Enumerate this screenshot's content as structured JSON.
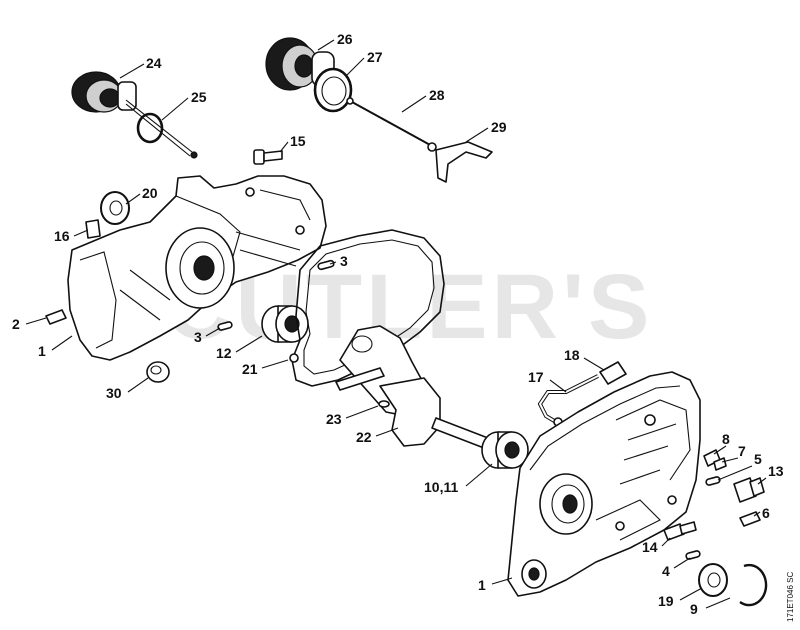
{
  "watermark": "CUTLER'S",
  "drawing_code": "171ET046 SC",
  "callouts": [
    {
      "id": "c24",
      "label": "24"
    },
    {
      "id": "c25",
      "label": "25"
    },
    {
      "id": "c26",
      "label": "26"
    },
    {
      "id": "c27",
      "label": "27"
    },
    {
      "id": "c28",
      "label": "28"
    },
    {
      "id": "c29",
      "label": "29"
    },
    {
      "id": "c15",
      "label": "15"
    },
    {
      "id": "c20",
      "label": "20"
    },
    {
      "id": "c16",
      "label": "16"
    },
    {
      "id": "c3a",
      "label": "3"
    },
    {
      "id": "c2",
      "label": "2"
    },
    {
      "id": "c1a",
      "label": "1"
    },
    {
      "id": "c3b",
      "label": "3"
    },
    {
      "id": "c12",
      "label": "12"
    },
    {
      "id": "c21",
      "label": "21"
    },
    {
      "id": "c30",
      "label": "30"
    },
    {
      "id": "c18",
      "label": "18"
    },
    {
      "id": "c17",
      "label": "17"
    },
    {
      "id": "c23",
      "label": "23"
    },
    {
      "id": "c22",
      "label": "22"
    },
    {
      "id": "c1011",
      "label": "10,11"
    },
    {
      "id": "c8",
      "label": "8"
    },
    {
      "id": "c7",
      "label": "7"
    },
    {
      "id": "c5",
      "label": "5"
    },
    {
      "id": "c13",
      "label": "13"
    },
    {
      "id": "c6",
      "label": "6"
    },
    {
      "id": "c14",
      "label": "14"
    },
    {
      "id": "c4",
      "label": "4"
    },
    {
      "id": "c1b",
      "label": "1"
    },
    {
      "id": "c19",
      "label": "19"
    },
    {
      "id": "c9",
      "label": "9"
    }
  ]
}
